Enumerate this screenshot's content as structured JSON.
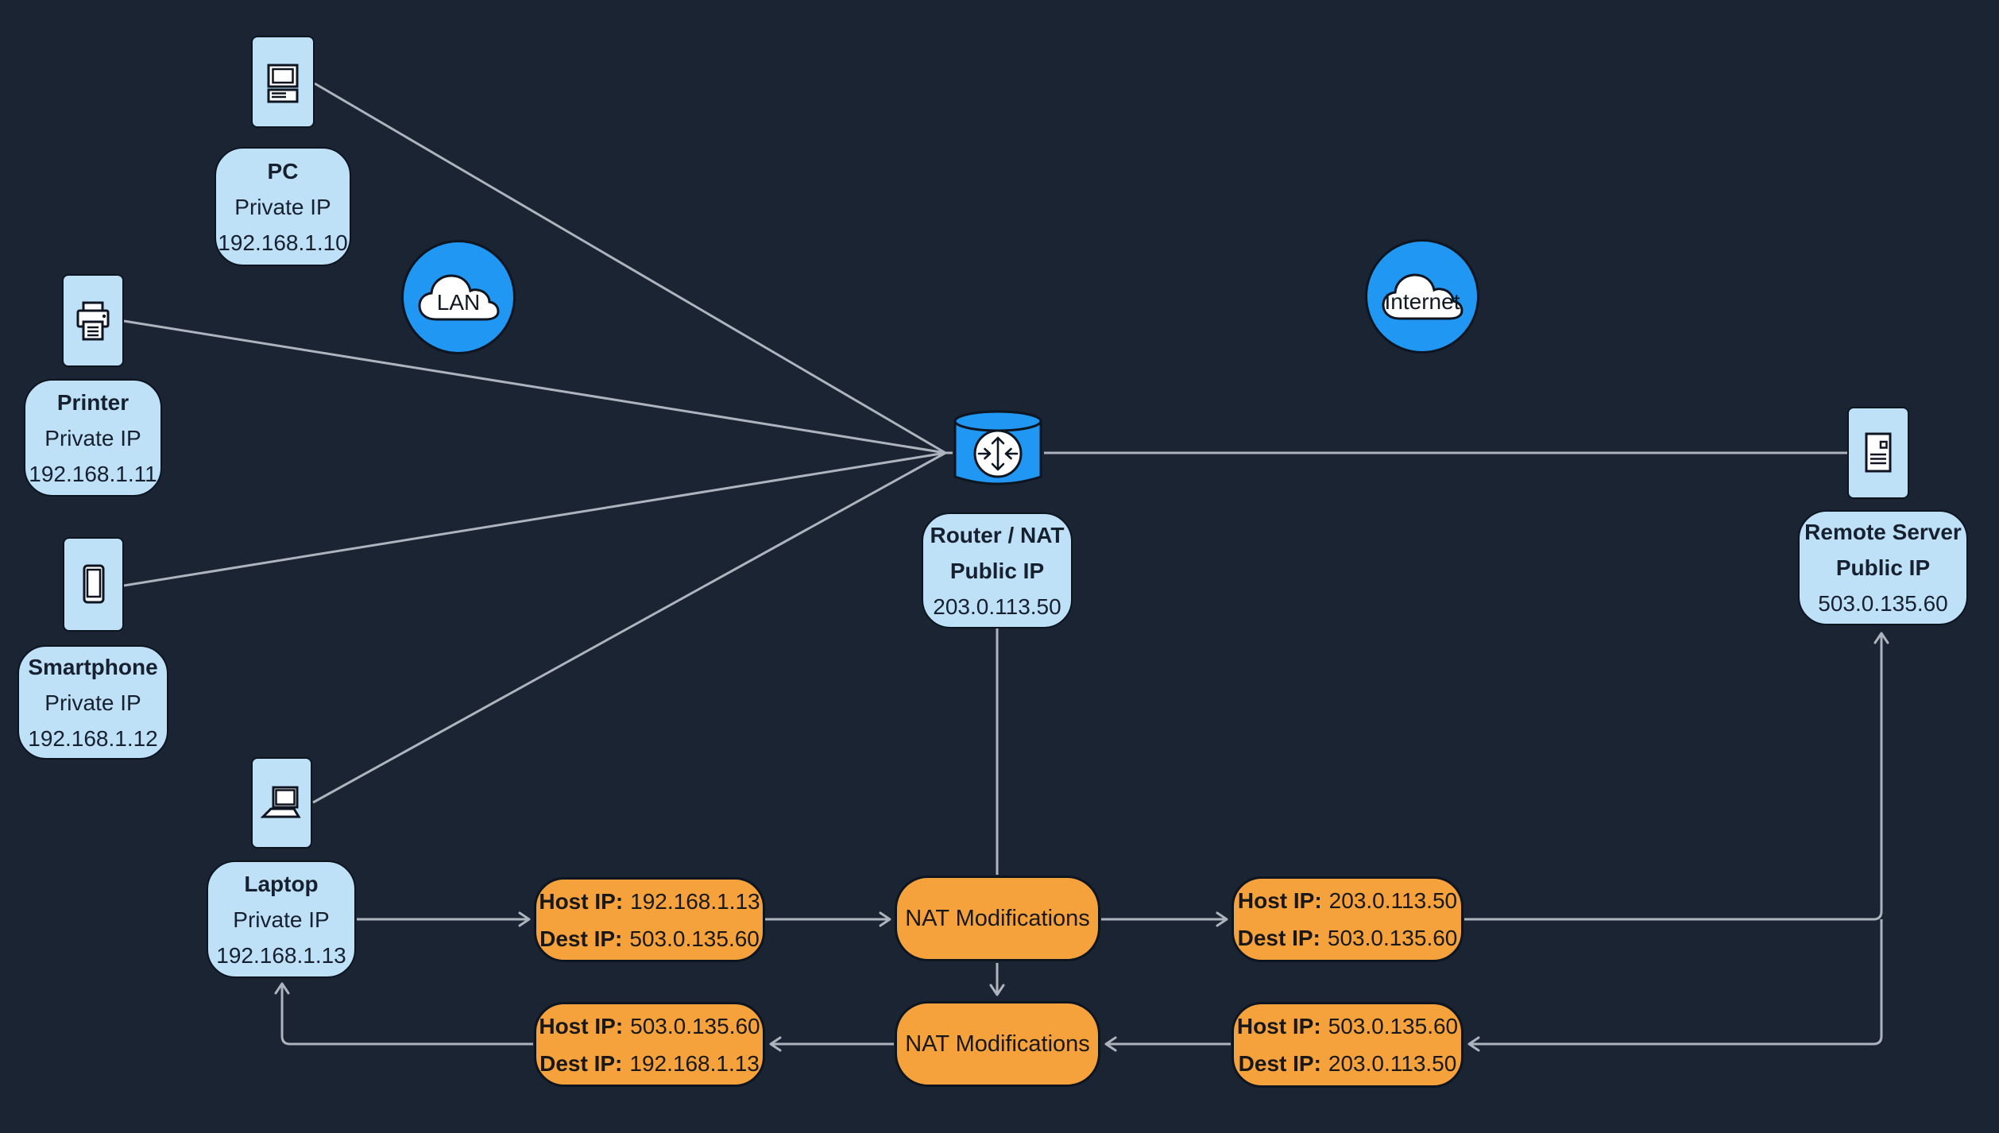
{
  "nodes": {
    "pc": {
      "title": "PC",
      "subtitle": "Private IP",
      "ip": "192.168.1.10"
    },
    "printer": {
      "title": "Printer",
      "subtitle": "Private IP",
      "ip": "192.168.1.11"
    },
    "smartphone": {
      "title": "Smartphone",
      "subtitle": "Private IP",
      "ip": "192.168.1.12"
    },
    "laptop": {
      "title": "Laptop",
      "subtitle": "Private IP",
      "ip": "192.168.1.13"
    },
    "router": {
      "title": "Router / NAT",
      "subtitle": "Public IP",
      "ip": "203.0.113.50"
    },
    "remote_server": {
      "title": "Remote Server",
      "subtitle": "Public IP",
      "ip": "503.0.135.60"
    },
    "lan_cloud": {
      "label": "LAN"
    },
    "internet_cloud": {
      "label": "Internet"
    }
  },
  "flow": {
    "forward_lan_packet": {
      "host_label": "Host IP:",
      "host_value": "192.168.1.13",
      "dest_label": "Dest IP:",
      "dest_value": "503.0.135.60"
    },
    "forward_nat": {
      "label": "NAT Modifications"
    },
    "forward_wan_packet": {
      "host_label": "Host IP:",
      "host_value": "203.0.113.50",
      "dest_label": "Dest IP:",
      "dest_value": "503.0.135.60"
    },
    "return_wan_packet": {
      "host_label": "Host IP:",
      "host_value": "503.0.135.60",
      "dest_label": "Dest IP:",
      "dest_value": "203.0.113.50"
    },
    "return_nat": {
      "label": "NAT Modifications"
    },
    "return_lan_packet": {
      "host_label": "Host IP:",
      "host_value": "503.0.135.60",
      "dest_label": "Dest IP:",
      "dest_value": "192.168.1.13"
    }
  },
  "colors": {
    "background": "#1B2433",
    "node_fill": "#BFE1F8",
    "accent_blue": "#2097F3",
    "packet_orange": "#F6A23C",
    "edge_gray": "#AEB4BD",
    "text_dark": "#17202E"
  }
}
